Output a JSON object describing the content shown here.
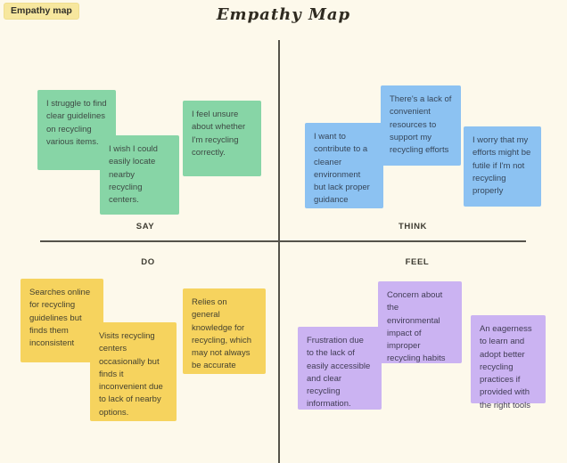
{
  "badge": {
    "label": "Empathy map"
  },
  "title": "Empathy Map",
  "quadrants": [
    {
      "id": "say",
      "label": "SAY",
      "notes": [
        {
          "text": "I struggle to find clear guidelines on recycling various items."
        },
        {
          "text": "I wish I could easily locate nearby recycling centers."
        },
        {
          "text": "I feel unsure about whether I'm recycling correctly."
        }
      ]
    },
    {
      "id": "think",
      "label": "THINK",
      "notes": [
        {
          "text": "I want to contribute to a cleaner environment but lack proper guidance"
        },
        {
          "text": "There's a lack of convenient resources to support my recycling efforts"
        },
        {
          "text": "I worry that my efforts might be futile if I'm not recycling properly"
        }
      ]
    },
    {
      "id": "do",
      "label": "DO",
      "notes": [
        {
          "text": "Searches online for recycling guidelines but finds them inconsistent"
        },
        {
          "text": "Visits recycling centers occasionally but finds it inconvenient due to lack of nearby options."
        },
        {
          "text": "Relies on general knowledge for recycling, which may not always be accurate"
        }
      ]
    },
    {
      "id": "feel",
      "label": "FEEL",
      "notes": [
        {
          "text": "Frustration due to the lack of easily accessible and clear recycling information."
        },
        {
          "text": "Concern about the environmental impact of improper recycling habits"
        },
        {
          "text": "An eagerness to learn and adopt better recycling practices if provided with the right tools"
        }
      ]
    }
  ],
  "colors": {
    "background": "#FDF9EB",
    "say_note": "#87D5A6",
    "think_note": "#8CC2F2",
    "do_note": "#F6D35E",
    "feel_note": "#CBB3F2",
    "badge_background": "#F7E79E",
    "axis_line": "#55534A",
    "note_text": "#3E4A44"
  }
}
